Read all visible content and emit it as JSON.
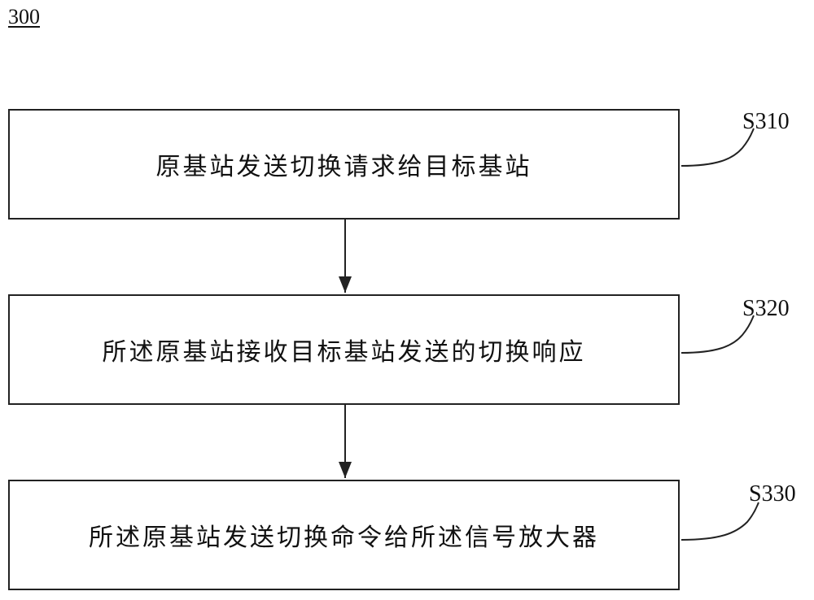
{
  "figure": {
    "number": "300"
  },
  "steps": [
    {
      "label": "S310",
      "text": "原基站发送切换请求给目标基站"
    },
    {
      "label": "S320",
      "text": "所述原基站接收目标基站发送的切换响应"
    },
    {
      "label": "S330",
      "text": "所述原基站发送切换命令给所述信号放大器"
    }
  ],
  "colors": {
    "line": "#222222",
    "background": "#ffffff"
  }
}
